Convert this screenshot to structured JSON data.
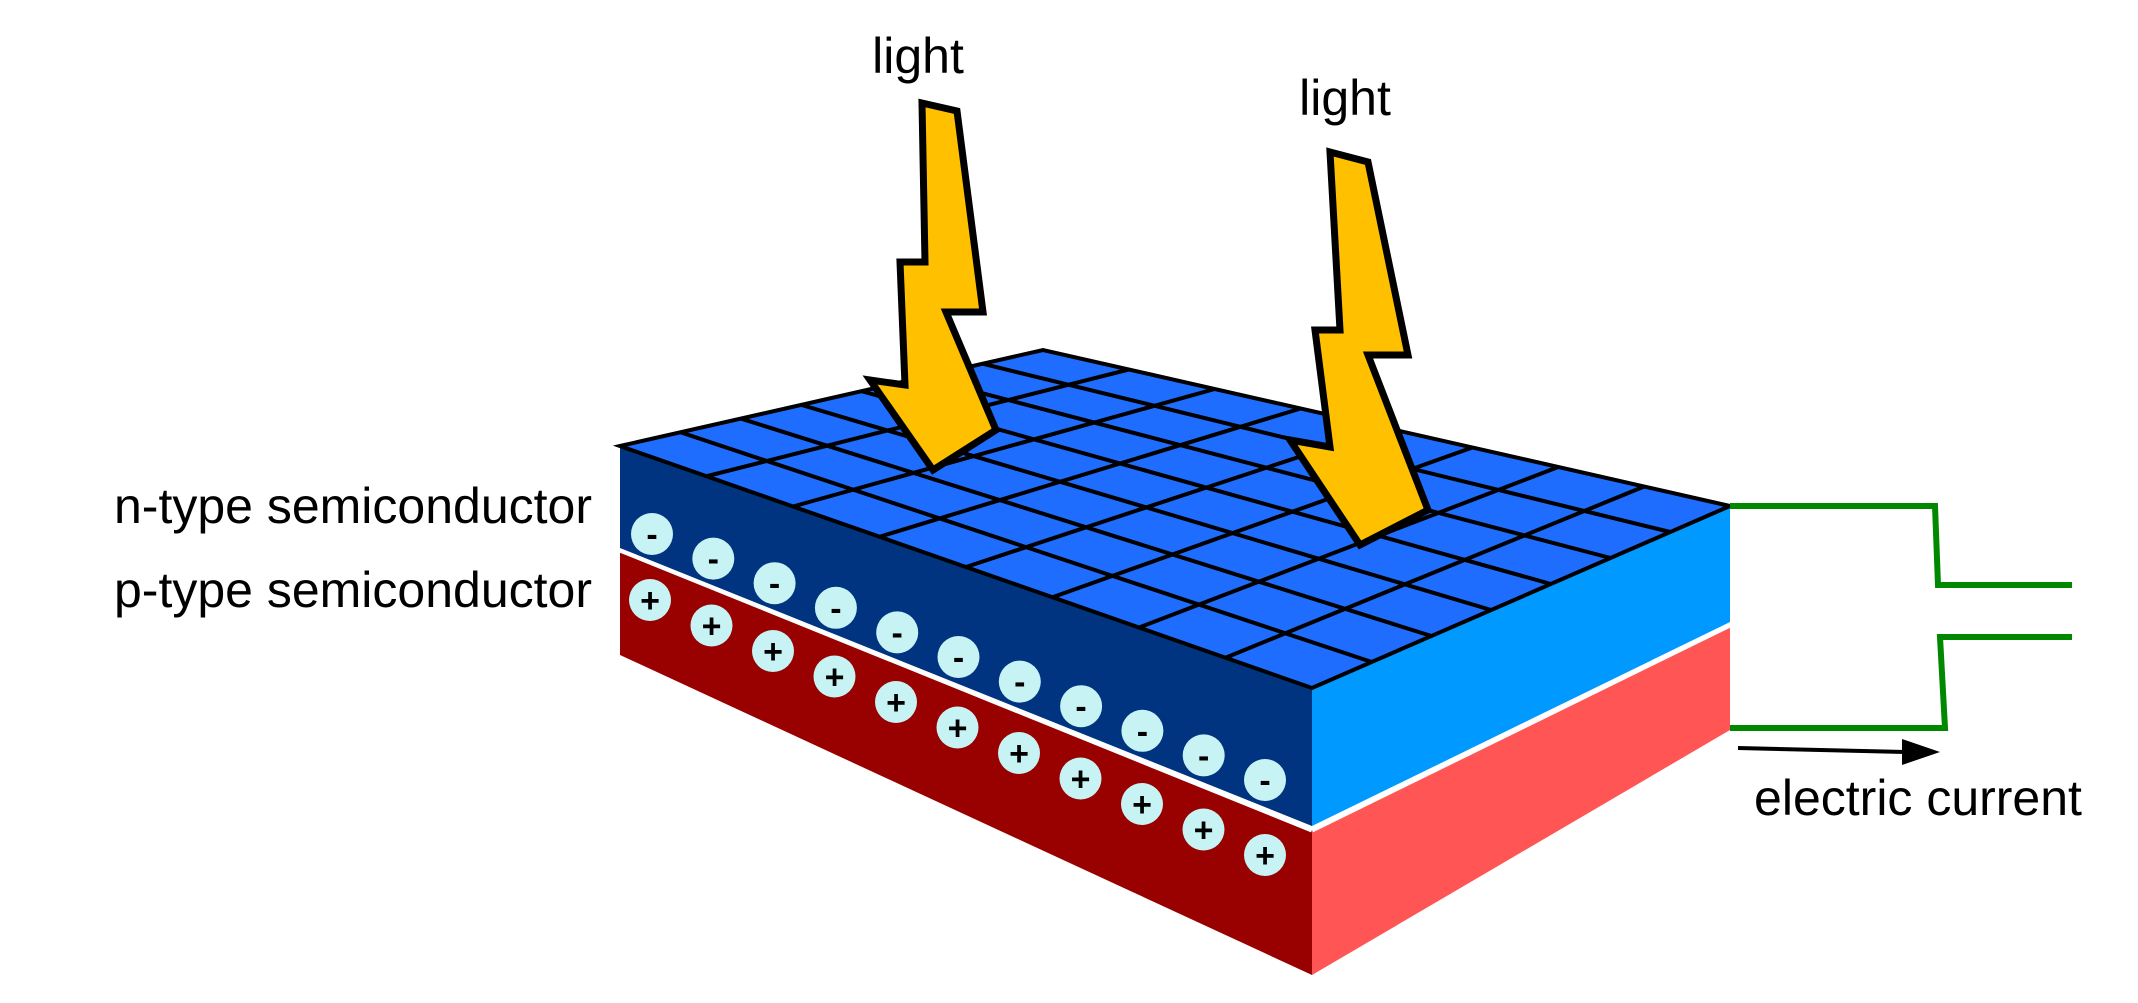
{
  "labels": {
    "n_type": "n-type semiconductor",
    "p_type": "p-type semiconductor",
    "light_1": "light",
    "light_2": "light",
    "electric_current": "electric current"
  },
  "charges": {
    "negative_symbol": "-",
    "positive_symbol": "+",
    "negative_count": 11,
    "positive_count": 11
  },
  "colors": {
    "n_front": "#003480",
    "n_side": "#0099ff",
    "p_front": "#990000",
    "p_side": "#ff5555",
    "panel_top": "#1e6dff",
    "grid_line": "#000000",
    "bolt_fill": "#ffc000",
    "bolt_outline": "#000000",
    "charge_fill": "#c7f3f5",
    "wire": "#008800",
    "arrow": "#000000"
  },
  "icons": {
    "light_bolt": "lightning-bolt-icon",
    "current_arrow": "arrow-right-icon"
  }
}
